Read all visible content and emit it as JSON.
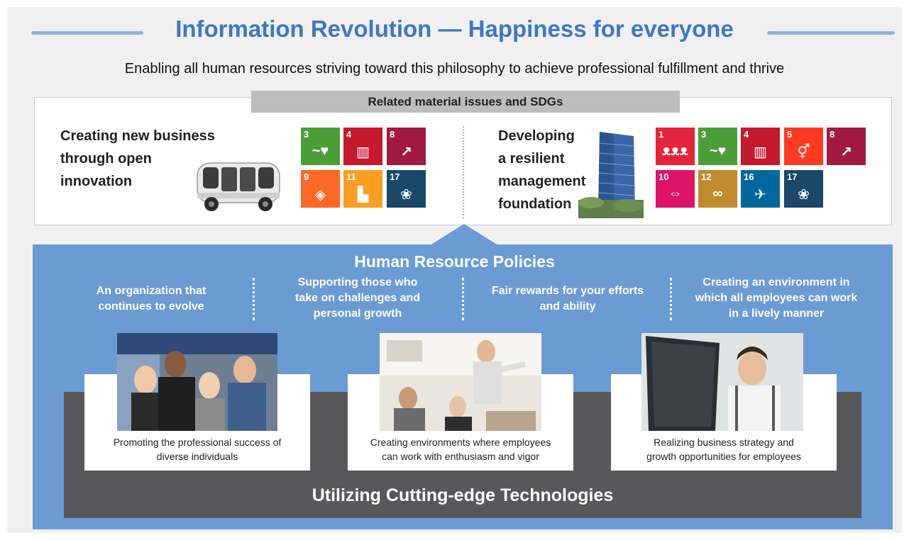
{
  "title": "Information Revolution — Happiness for everyone",
  "subtitle": "Enabling all human resources striving toward this philosophy to achieve professional fulfillment and thrive",
  "issues": {
    "header": "Related material issues and SDGs",
    "left": {
      "title_lines": [
        "Creating new business",
        "through open",
        "innovation"
      ],
      "sdgs": [
        {
          "num": "3",
          "icon": "heartbeat",
          "color": "#4c9f38"
        },
        {
          "num": "4",
          "icon": "book",
          "color": "#c5192d"
        },
        {
          "num": "8",
          "icon": "growth-chart",
          "color": "#a21942"
        },
        {
          "num": "9",
          "icon": "cubes",
          "color": "#fd6925"
        },
        {
          "num": "11",
          "icon": "city",
          "color": "#fd9d24"
        },
        {
          "num": "17",
          "icon": "flower-ring",
          "color": "#19486a"
        }
      ]
    },
    "right": {
      "title_lines": [
        "Developing",
        "a resilient",
        "management",
        "foundation"
      ],
      "sdgs": [
        {
          "num": "1",
          "icon": "family",
          "color": "#e5243b"
        },
        {
          "num": "3",
          "icon": "heartbeat",
          "color": "#4c9f38"
        },
        {
          "num": "4",
          "icon": "book",
          "color": "#c5192d"
        },
        {
          "num": "5",
          "icon": "gender-equality",
          "color": "#ff3a21"
        },
        {
          "num": "8",
          "icon": "growth-chart",
          "color": "#a21942"
        },
        {
          "num": "10",
          "icon": "equal-arrows",
          "color": "#dd1367"
        },
        {
          "num": "12",
          "icon": "infinity",
          "color": "#bf8b2e"
        },
        {
          "num": "16",
          "icon": "dove",
          "color": "#00689d"
        },
        {
          "num": "17",
          "icon": "flower-ring",
          "color": "#19486a"
        }
      ]
    }
  },
  "hr": {
    "title": "Human Resource Policies",
    "policies": [
      {
        "lines": [
          "An organization that",
          "continues to evolve"
        ]
      },
      {
        "lines": [
          "Supporting those who",
          "take on challenges and",
          "personal growth"
        ]
      },
      {
        "lines": [
          "Fair rewards for your efforts",
          "and ability"
        ]
      },
      {
        "lines": [
          "Creating an environment in",
          "which all employees can work",
          "in a lively manner"
        ]
      }
    ],
    "cards": [
      {
        "lines": [
          "Promoting the professional success of",
          "diverse individuals"
        ]
      },
      {
        "lines": [
          "Creating environments where employees",
          "can work with enthusiasm and vigor"
        ]
      },
      {
        "lines": [
          "Realizing business strategy and",
          "growth opportunities for employees"
        ]
      }
    ],
    "tech_label": "Utilizing Cutting-edge Technologies"
  }
}
